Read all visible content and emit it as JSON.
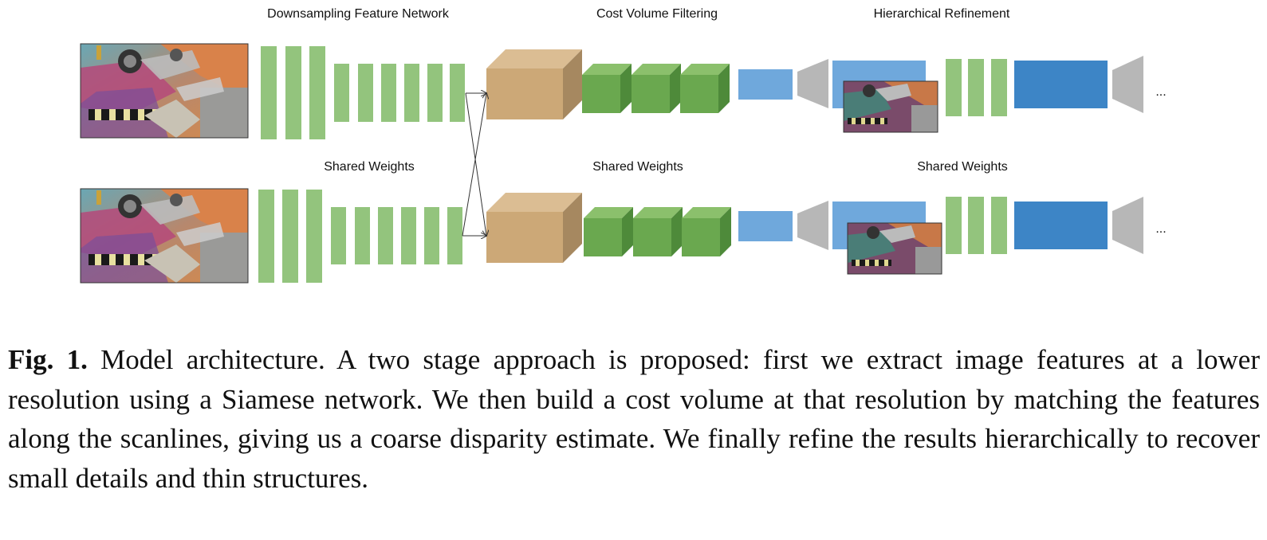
{
  "figure": {
    "stage_labels": {
      "downsampling": "Downsampling Feature Network",
      "cost_volume": "Cost Volume Filtering",
      "refinement": "Hierarchical Refinement"
    },
    "shared_weights_label": "Shared Weights",
    "ellipsis": "...",
    "colors": {
      "feature_layer": "#93c47d",
      "cost_volume": "#cca877",
      "filter_block": "#6aa84f",
      "disparity_map": "#6fa8dc",
      "upsample": "#b7b7b7",
      "refined_map": "#3d85c6"
    }
  },
  "caption": {
    "label": "Fig. 1.",
    "text": "Model architecture. A two stage approach is proposed: first we extract image features at a lower resolution using a Siamese network. We then build a cost volume at that resolution by matching the features along the scanlines, giving us a coarse disparity estimate. We finally refine the results hierarchically to recover small details and thin structures."
  }
}
